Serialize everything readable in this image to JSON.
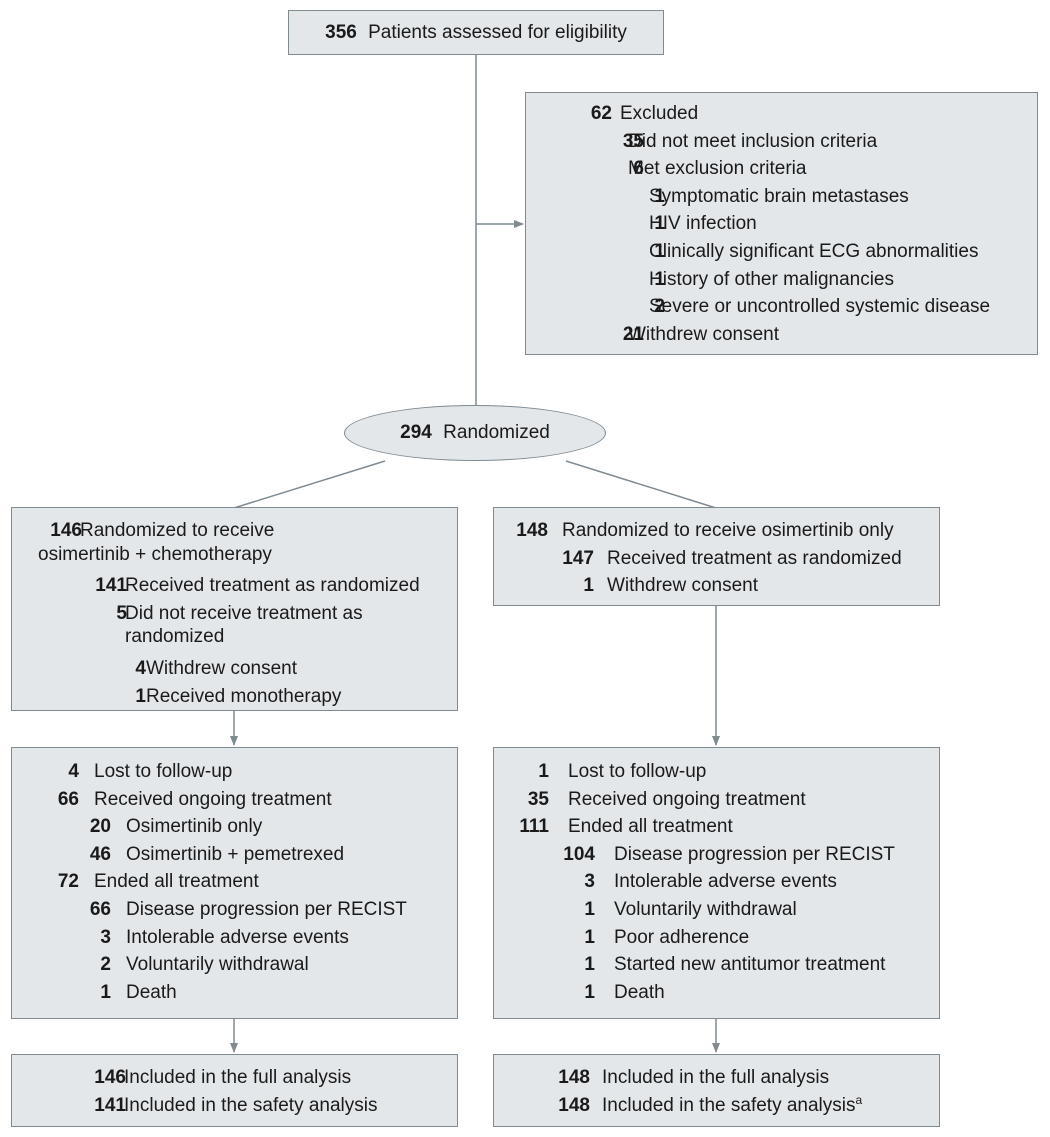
{
  "boxes": {
    "assessed": {
      "n": "356",
      "t": "Patients assessed for eligibility"
    },
    "excluded": {
      "lines": [
        {
          "n": "62",
          "t": "Excluded"
        },
        {
          "n": "35",
          "t": "Did not meet inclusion criteria"
        },
        {
          "n": "6",
          "t": "Met exclusion criteria"
        },
        {
          "n": "1",
          "t": "Symptomatic brain metastases"
        },
        {
          "n": "1",
          "t": "HIV infection"
        },
        {
          "n": "1",
          "t": "Clinically significant ECG abnormalities"
        },
        {
          "n": "1",
          "t": "History of other malignancies"
        },
        {
          "n": "2",
          "t": "Severe or uncontrolled systemic disease"
        },
        {
          "n": "21",
          "t": "Withdrew consent"
        }
      ]
    },
    "randomized": {
      "n": "294",
      "t": "Randomized"
    },
    "left_arm": {
      "lines": [
        {
          "n": "146",
          "t": "Randomized to receive"
        },
        {
          "n": "",
          "t": "osimertinib + chemotherapy"
        },
        {
          "n": "141",
          "t": "Received treatment as randomized"
        },
        {
          "n": "5",
          "t": "Did not receive treatment as"
        },
        {
          "n": "",
          "t": "randomized"
        },
        {
          "n": "4",
          "t": "Withdrew consent"
        },
        {
          "n": "1",
          "t": "Received monotherapy"
        }
      ]
    },
    "right_arm": {
      "lines": [
        {
          "n": "148",
          "t": "Randomized to receive osimertinib only"
        },
        {
          "n": "147",
          "t": "Received treatment as randomized"
        },
        {
          "n": "1",
          "t": "Withdrew consent"
        }
      ]
    },
    "left_followup": {
      "lines": [
        {
          "n": "4",
          "t": "Lost to follow-up"
        },
        {
          "n": "66",
          "t": "Received ongoing treatment"
        },
        {
          "n": "20",
          "t": "Osimertinib only"
        },
        {
          "n": "46",
          "t": "Osimertinib + pemetrexed"
        },
        {
          "n": "72",
          "t": "Ended all treatment"
        },
        {
          "n": "66",
          "t": "Disease progression per RECIST"
        },
        {
          "n": "3",
          "t": "Intolerable adverse events"
        },
        {
          "n": "2",
          "t": "Voluntarily withdrawal"
        },
        {
          "n": "1",
          "t": "Death"
        }
      ]
    },
    "right_followup": {
      "lines": [
        {
          "n": "1",
          "t": "Lost to follow-up"
        },
        {
          "n": "35",
          "t": "Received ongoing treatment"
        },
        {
          "n": "111",
          "t": "Ended all treatment"
        },
        {
          "n": "104",
          "t": "Disease progression per RECIST"
        },
        {
          "n": "3",
          "t": "Intolerable adverse events"
        },
        {
          "n": "1",
          "t": "Voluntarily withdrawal"
        },
        {
          "n": "1",
          "t": "Poor adherence"
        },
        {
          "n": "1",
          "t": "Started new antitumor treatment"
        },
        {
          "n": "1",
          "t": "Death"
        }
      ]
    },
    "left_analysis": {
      "lines": [
        {
          "n": "146",
          "t": "Included in the full analysis"
        },
        {
          "n": "141",
          "t": "Included in the safety analysis"
        }
      ]
    },
    "right_analysis": {
      "lines": [
        {
          "n": "148",
          "t": "Included in the full analysis"
        },
        {
          "n": "148",
          "t": "Included in the safety analysis",
          "sup": "a"
        }
      ]
    }
  },
  "colors": {
    "box_fill": "#e3e7ea",
    "box_border": "#7f8a91",
    "connector": "#7f8a91",
    "text": "#1a1a1a"
  }
}
